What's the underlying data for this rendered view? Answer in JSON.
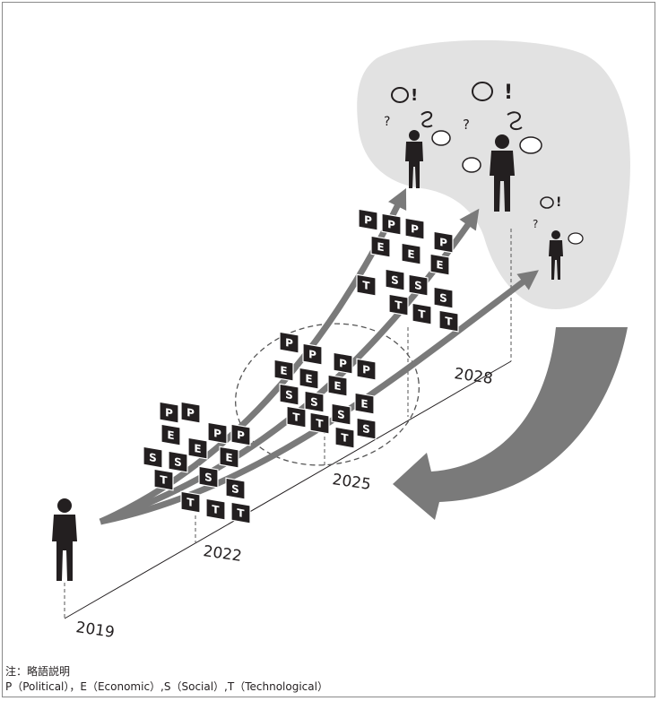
{
  "years": [
    "2019",
    "2022",
    "2025",
    "2028"
  ],
  "tile_letters": {
    "political": "P",
    "economic": "E",
    "social": "S",
    "technological": "T"
  },
  "note": {
    "title": "注：略語説明",
    "text": "P（Political），E（Economic）,S（Social）,T（Technological）"
  },
  "icons": [
    "person-icon",
    "thought-bubble-icon",
    "question-mark-icon",
    "exclamation-icon",
    "speech-bubble-icon",
    "curved-arrow-icon"
  ],
  "colors": {
    "ink": "#231f20",
    "arrow": "#7a7a7a",
    "future_cloud": "#e2e2e2",
    "dashed": "#555555"
  }
}
